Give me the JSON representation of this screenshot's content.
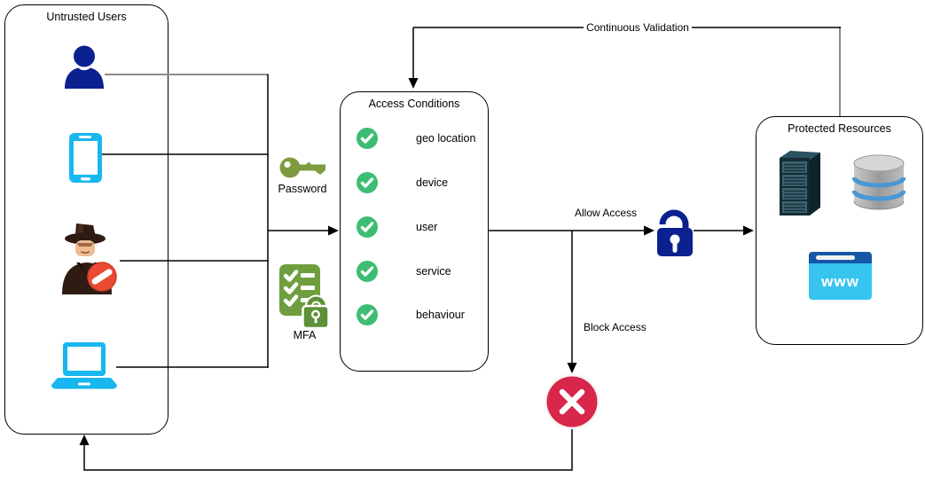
{
  "diagram": {
    "untrusted_users": {
      "title": "Untrusted Users",
      "icons": [
        "user-icon",
        "tablet-icon",
        "hacker-icon",
        "laptop-icon"
      ]
    },
    "credentials": {
      "password_label": "Password",
      "mfa_label": "MFA",
      "icons": [
        "key-icon",
        "mfa-checklist-icon"
      ]
    },
    "access_conditions": {
      "title": "Access Conditions",
      "items": [
        {
          "icon": "check-icon",
          "label": "geo location"
        },
        {
          "icon": "check-icon",
          "label": "device"
        },
        {
          "icon": "check-icon",
          "label": "user"
        },
        {
          "icon": "check-icon",
          "label": "service"
        },
        {
          "icon": "check-icon",
          "label": "behaviour"
        }
      ]
    },
    "decisions": {
      "allow_label": "Allow Access",
      "block_label": "Block Access",
      "continuous_label": "Continuous Validation",
      "icons": [
        "unlock-icon",
        "block-icon"
      ]
    },
    "protected_resources": {
      "title": "Protected Resources",
      "www_label": "www",
      "icons": [
        "server-icon",
        "database-icon",
        "web-browser-icon"
      ]
    }
  },
  "colors": {
    "navy": "#0b2190",
    "cyan": "#18b7ef",
    "olive_green": "#7d9c40",
    "mfa_green": "#6f9e3e",
    "mfa_lock_green": "#5d9038",
    "check_green": "#3dbd73",
    "block_red": "#d8274a",
    "hacker_brown": "#2e1b11",
    "prohibited_red": "#ea4a31",
    "server_teal": "#3c626f",
    "database_gray": "#b3b3b3",
    "database_band_blue": "#4a97d3",
    "www_blue_dark": "#1457a8",
    "www_blue_light": "#37c4ef",
    "line_black": "#000000",
    "line_gray": "#8c8c8c"
  }
}
